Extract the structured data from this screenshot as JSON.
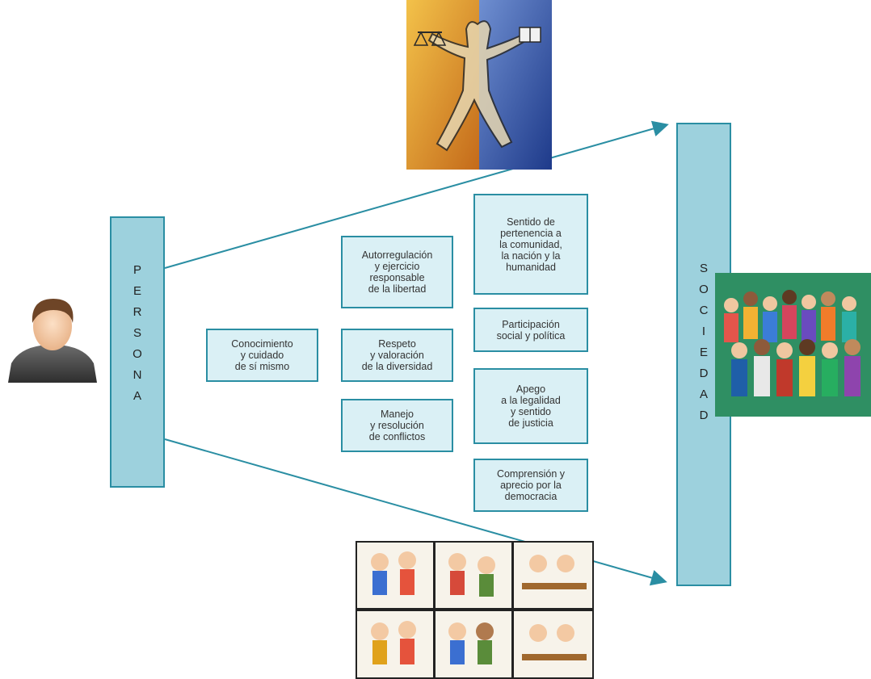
{
  "persona": {
    "letters": [
      "P",
      "E",
      "R",
      "S",
      "O",
      "N",
      "A"
    ]
  },
  "sociedad": {
    "letters": [
      "S",
      "O",
      "C",
      "I",
      "E",
      "D",
      "A",
      "D"
    ]
  },
  "boxes": {
    "conocimiento": "Conocimiento\ny cuidado\nde sí mismo",
    "autorregulacion": "Autorregulación\ny ejercicio\nresponsable\nde la libertad",
    "respeto": "Respeto\ny valoración\nde la diversidad",
    "manejo": "Manejo\ny resolución\nde conflictos",
    "sentido": "Sentido de\npertenencia a\nla comunidad,\nla nación y la\nhumanidad",
    "participacion": "Participación\nsocial y política",
    "apego": "Apego\na la legalidad\ny sentido\nde justicia",
    "comprension": "Comprensión y\naprecio por la\ndemocracia"
  },
  "colors": {
    "bar_fill": "#9dd1dd",
    "bar_border": "#2a8ea3",
    "box_fill": "#daf0f5",
    "arrow": "#2a8ea3"
  },
  "images": [
    "person-avatar",
    "justice-figure-artwork",
    "crowd-of-people",
    "children-comic-panels"
  ]
}
